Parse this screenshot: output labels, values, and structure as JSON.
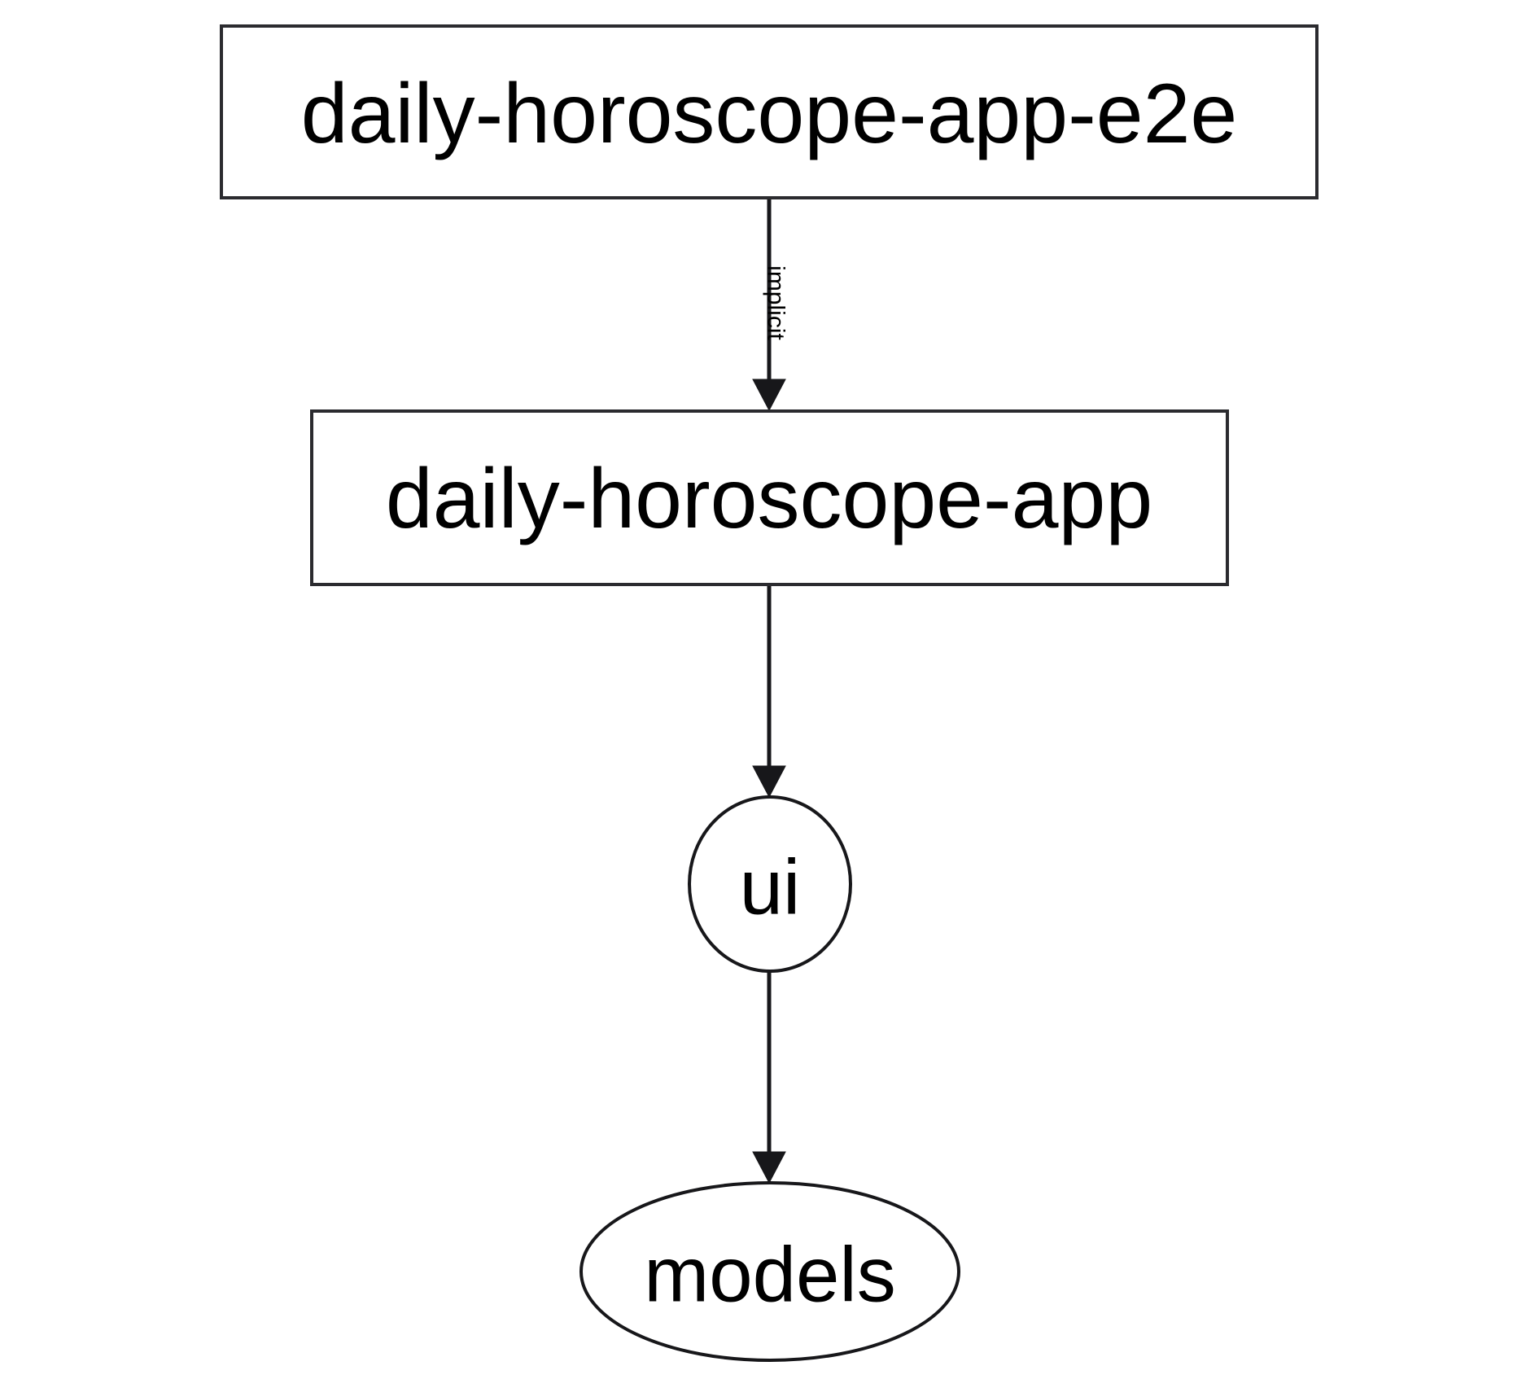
{
  "diagram": {
    "type": "dependency-graph",
    "orientation": "top-to-bottom",
    "background_color": "#ffffff",
    "stroke_color": "#17171a",
    "nodes": [
      {
        "id": "daily-horoscope-app-e2e",
        "label": "daily-horoscope-app-e2e",
        "shape": "rectangle"
      },
      {
        "id": "daily-horoscope-app",
        "label": "daily-horoscope-app",
        "shape": "rectangle"
      },
      {
        "id": "ui",
        "label": "ui",
        "shape": "ellipse"
      },
      {
        "id": "models",
        "label": "models",
        "shape": "ellipse"
      }
    ],
    "edges": [
      {
        "from": "daily-horoscope-app-e2e",
        "to": "daily-horoscope-app",
        "label": "implicit",
        "label_rotation": "90"
      },
      {
        "from": "daily-horoscope-app",
        "to": "ui",
        "label": ""
      },
      {
        "from": "ui",
        "to": "models",
        "label": ""
      }
    ]
  }
}
